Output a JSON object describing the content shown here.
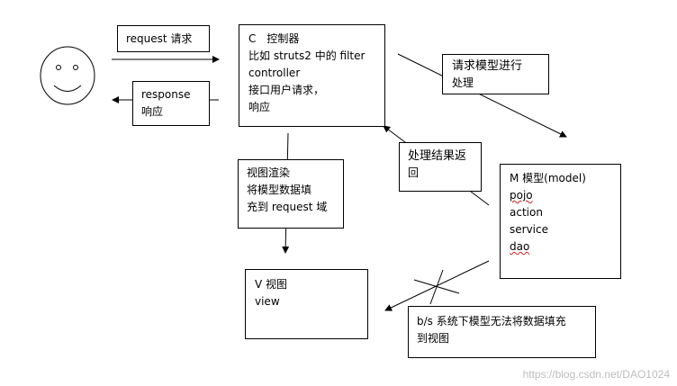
{
  "request_label": "request 请求",
  "response_label": [
    "response",
    "响应"
  ],
  "controller": [
    "C　控制器",
    "比如 struts2 中的 filter",
    "controller",
    "接口用户请求，",
    "响应"
  ],
  "model_request_label": [
    "请求模型进行",
    "处理"
  ],
  "result_return_label": [
    "处理结果返",
    "回"
  ],
  "render_label": [
    "视图渲染",
    "将模型数据填",
    "充到 request 域"
  ],
  "model": [
    "M 模型(model)",
    "pojo",
    "action",
    "service",
    "dao"
  ],
  "view": [
    "V 视图",
    "view"
  ],
  "bs_note": [
    "b/s 系统下模型无法将数据填充",
    "到视图"
  ],
  "watermark": "https://blog.csdn.net/DAO1024"
}
